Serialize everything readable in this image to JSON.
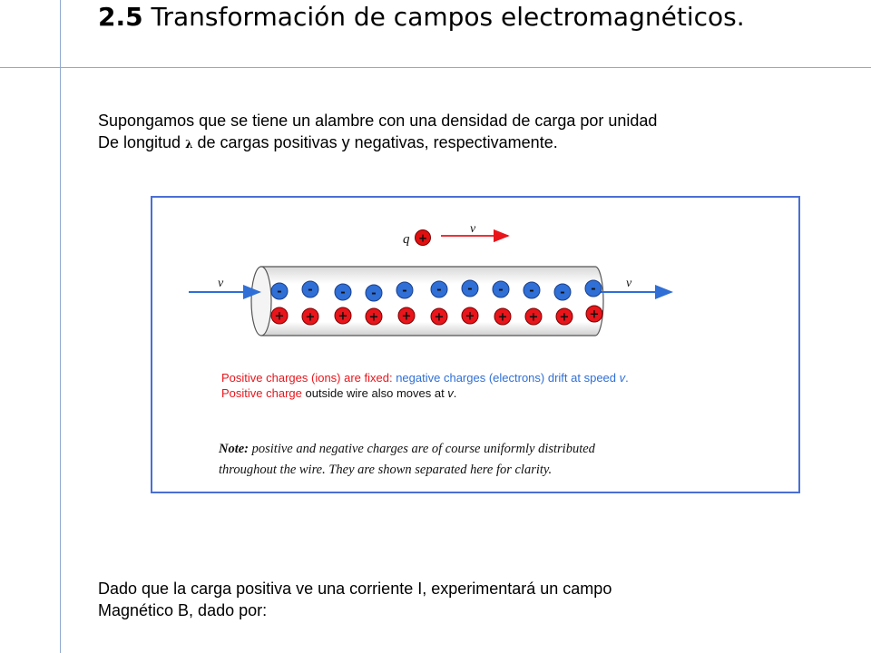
{
  "title": {
    "number": "2.5",
    "text": "Transformación de campos electromagnéticos."
  },
  "intro": {
    "line1": "Supongamos que se tiene un alambre con  una densidad de carga por unidad",
    "line2_before": "De longitud ",
    "lambda": "λ",
    "line2_after": " de cargas positivas y negativas, respectivamente."
  },
  "figure": {
    "charge_label": "q",
    "velocity_label": "v",
    "left_arrow_label": "v",
    "right_arrow_label": "v",
    "negative_sign": "-",
    "positive_sign": "+",
    "negative_count": 11,
    "positive_count": 11,
    "caption": {
      "l1_red": "Positive charges (ions) are fixed:",
      "l1_blue": " negative charges (electrons) drift at speed ",
      "l1_v": "v",
      "l1_end": ".",
      "l2_red": "Positive charge",
      "l2_dark": " outside wire also moves at ",
      "l2_v": "v",
      "l2_end": "."
    },
    "note": {
      "bold": "Note:",
      "line1_rest": " positive and negative charges are of course uniformly distributed",
      "line2": "throughout the wire. They are shown separated here for clarity."
    },
    "colors": {
      "negative": "#2f6fd6",
      "positive": "#e8151b",
      "frame": "#4a6fd4"
    }
  },
  "conclusion": {
    "line1": "Dado que la carga positiva ve una corriente I, experimentará un campo",
    "line2": "Magnético B, dado por:"
  }
}
